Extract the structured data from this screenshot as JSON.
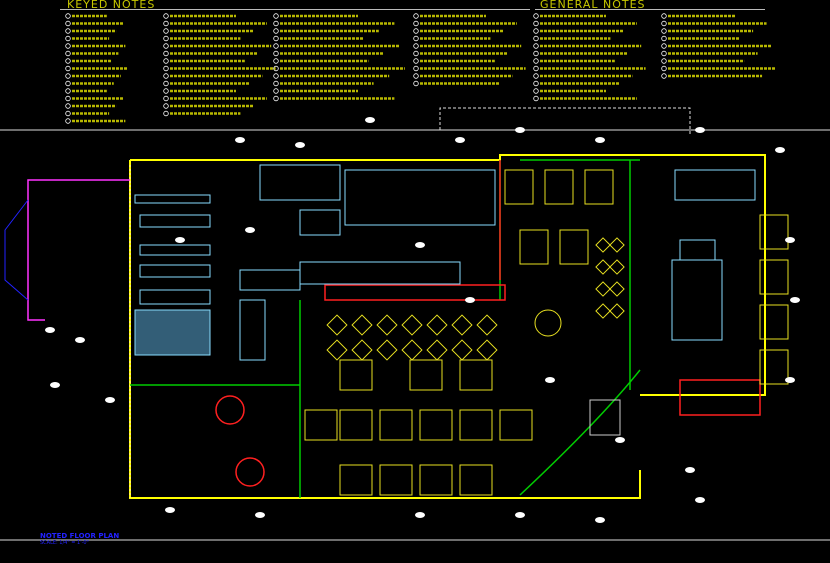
{
  "keyed_notes": {
    "heading": "KEYED NOTES"
  },
  "general_notes": {
    "heading": "GENERAL NOTES"
  },
  "drawing": {
    "title": "NOTED FLOOR PLAN",
    "scale": "SCALE: 1/4\" = 1'-0\""
  },
  "colors": {
    "background": "#000000",
    "notes_text": "#c8c800",
    "walls": "#ffff00",
    "equipment": "#88ddff",
    "title": "#2222ff",
    "seating": "#e8e020",
    "accent_red": "#ff2020",
    "accent_green": "#00cc00"
  }
}
